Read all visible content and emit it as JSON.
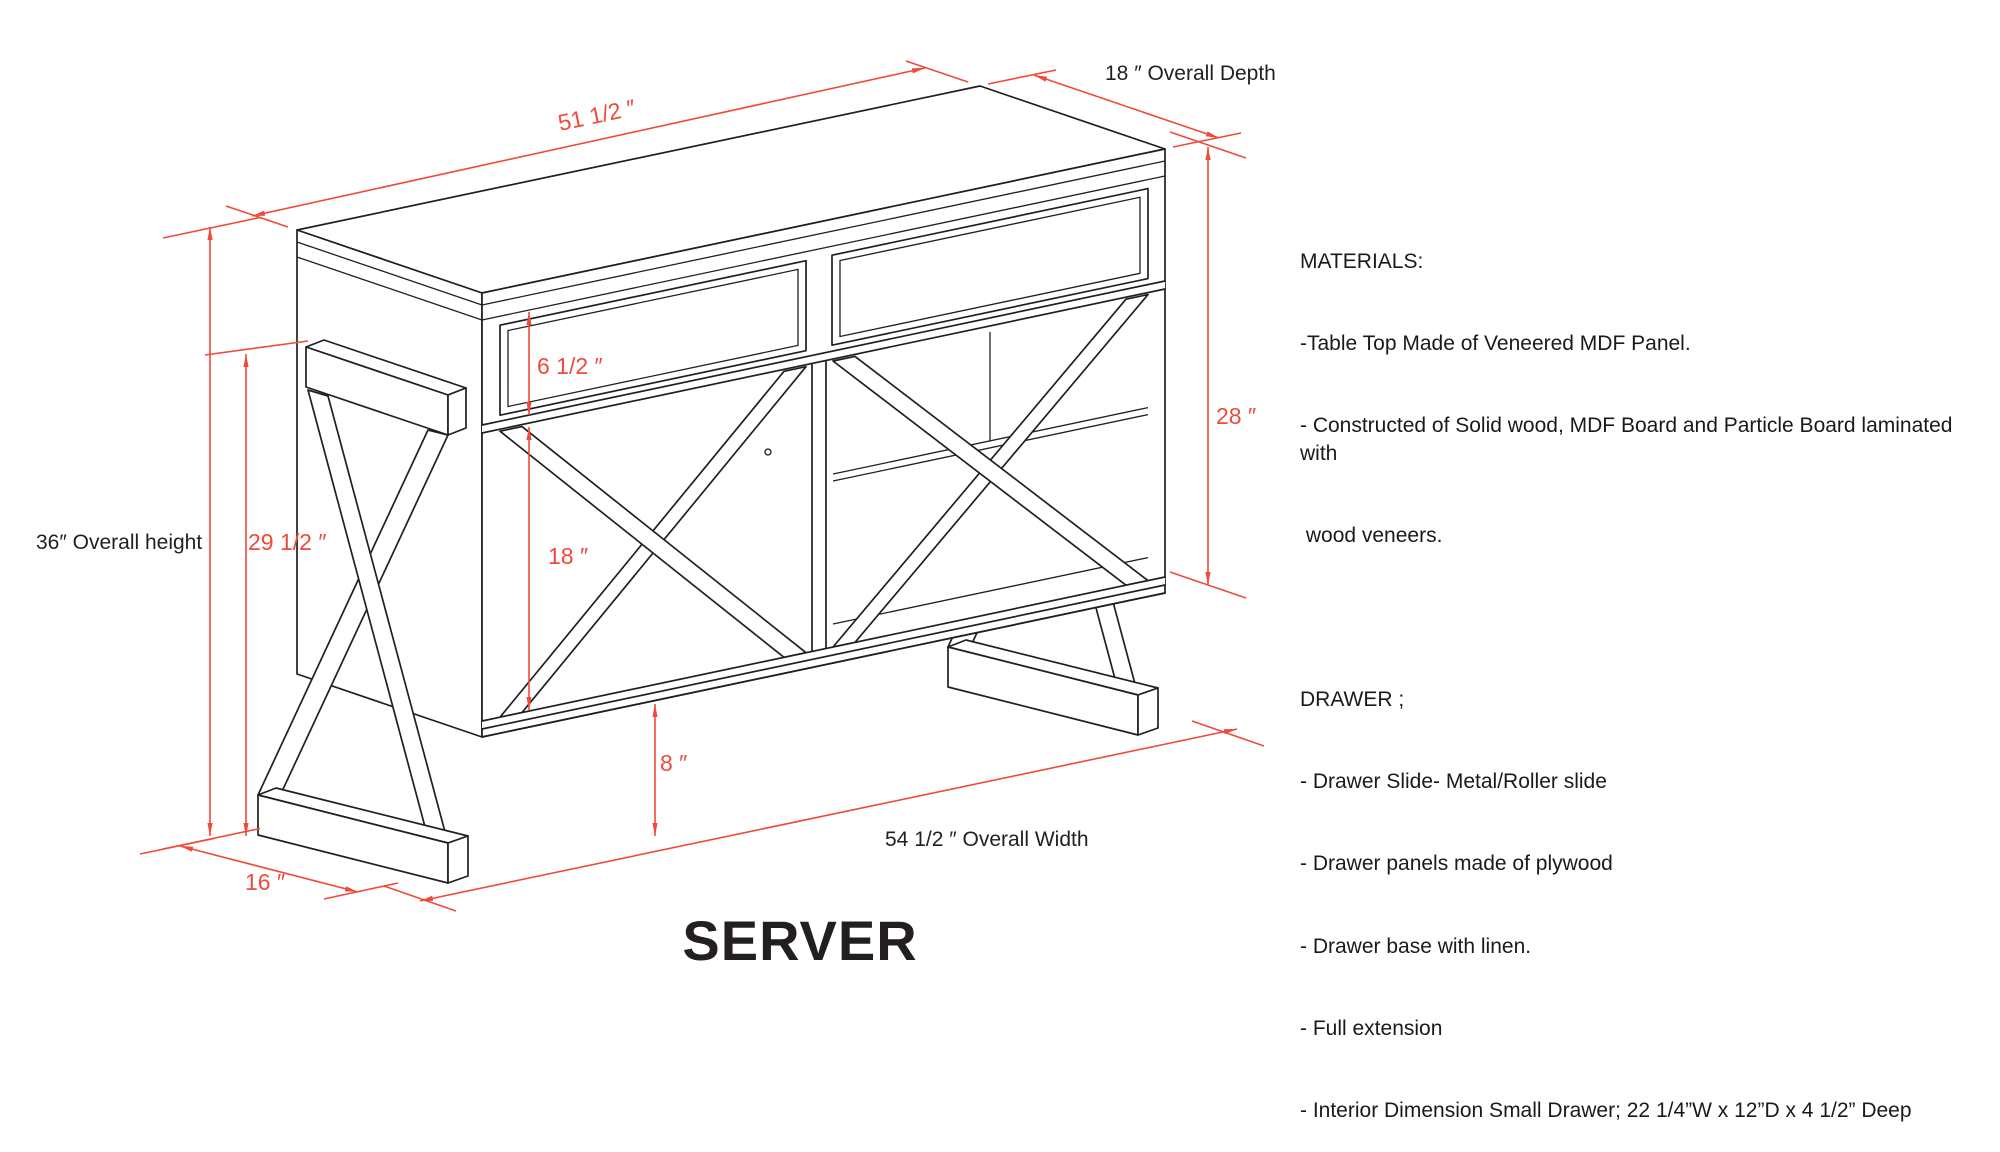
{
  "title": "SERVER",
  "drawing_type": "furniture dimension diagram",
  "dimensions": {
    "top_width": "51 1/2 ″",
    "overall_depth": "18 ″ Overall Depth",
    "overall_height": "36″ Overall height",
    "leg_height": "29 1/2 ″",
    "drawer_height": "6 1/2 ″",
    "door_height": "18 ″",
    "front_height": "28 ″",
    "floor_clearance": "8 ″",
    "overall_width": "54 1/2  ″ Overall Width",
    "leg_foot_depth": "16 ″"
  },
  "notes": {
    "materials_heading": "MATERIALS:",
    "materials": [
      "-Table Top Made of Veneered MDF Panel.",
      "- Constructed of Solid wood, MDF Board and Particle Board laminated with",
      " wood veneers."
    ],
    "drawer_heading": "DRAWER ;",
    "drawer": [
      "- Drawer Slide- Metal/Roller slide",
      "- Drawer panels made of plywood",
      "- Drawer base with linen.",
      "- Full extension",
      "- Interior Dimension Small Drawer; 22 1/4”W x 12”D x 4 1/2” Deep"
    ]
  },
  "colors": {
    "dimension_red": "#f04a3a",
    "line_black": "#231f20",
    "background": "#ffffff"
  }
}
